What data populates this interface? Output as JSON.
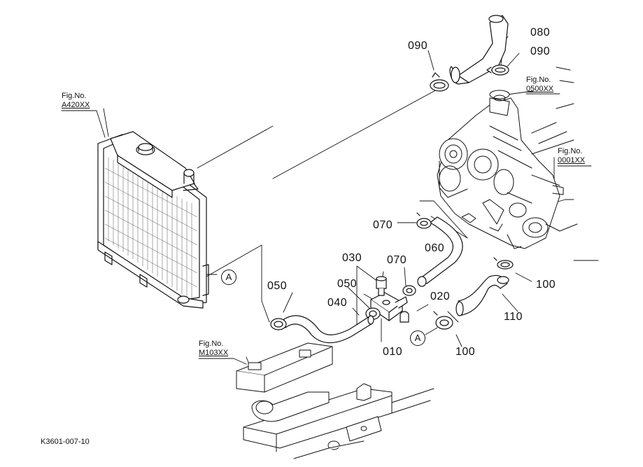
{
  "diagram_code": "K3601-007-10",
  "figure_refs": [
    {
      "id": "a420",
      "prefix": "Fig.No.",
      "ref": "A420XX"
    },
    {
      "id": "0500",
      "prefix": "Fig.No.",
      "ref": "0500XX"
    },
    {
      "id": "0001",
      "prefix": "Fig.No.",
      "ref": "0001XX"
    },
    {
      "id": "m103",
      "prefix": "Fig.No.",
      "ref": "M103XX"
    }
  ],
  "part_labels": {
    "p080": "080",
    "p090_top": "090",
    "p090_right": "090",
    "p070_upper": "070",
    "p060": "060",
    "p030": "030",
    "p070_lower": "070",
    "p050_left": "050",
    "p050_mid": "050",
    "p040": "040",
    "p020": "020",
    "p010": "010",
    "p100_upper": "100",
    "p110": "110",
    "p100_lower": "100"
  },
  "reference_markers": {
    "left": "A",
    "bottom": "A"
  }
}
